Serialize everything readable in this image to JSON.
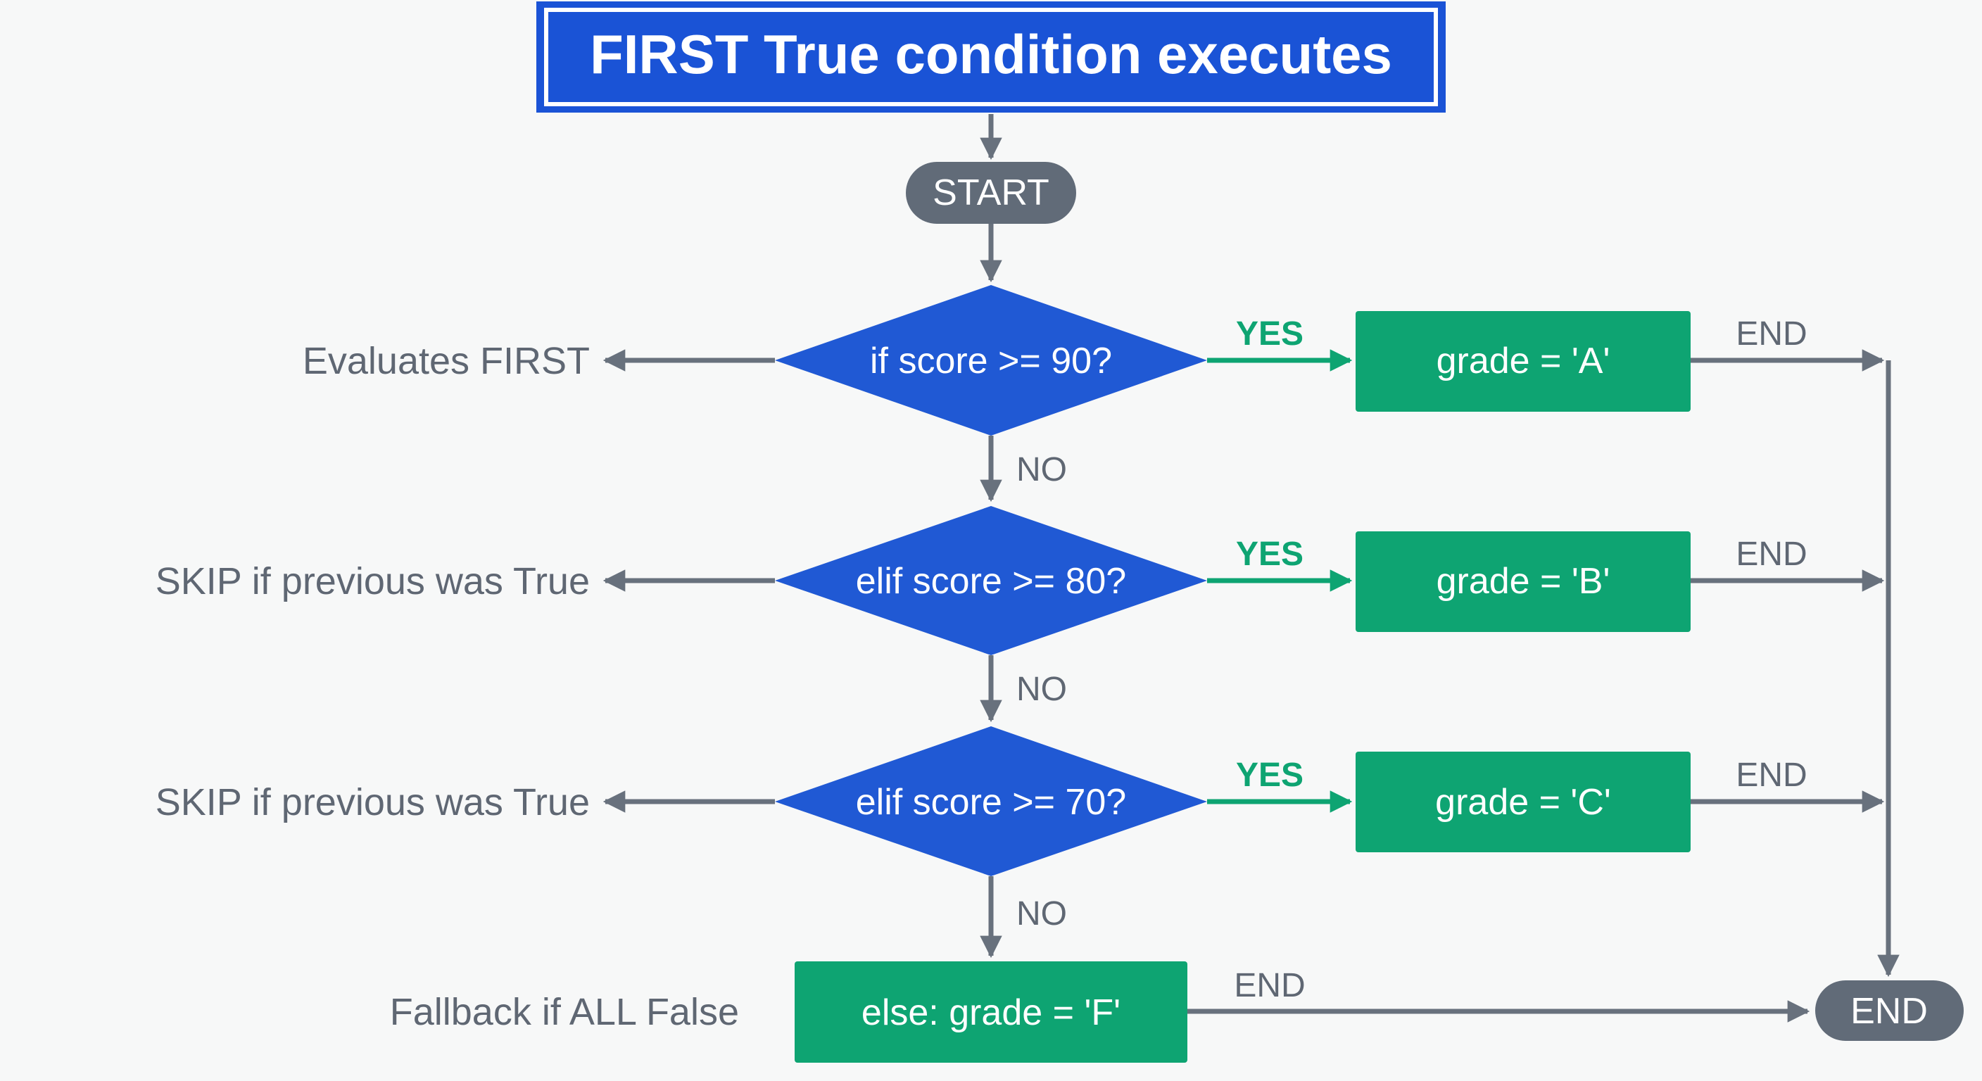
{
  "title": "FIRST True condition executes",
  "start_label": "START",
  "end_label": "END",
  "yes_label": "YES",
  "no_label": "NO",
  "decisions": [
    {
      "condition": "if score >= 90?",
      "note": "Evaluates FIRST",
      "result": "grade = 'A'"
    },
    {
      "condition": "elif score >= 80?",
      "note": "SKIP if previous was True",
      "result": "grade = 'B'"
    },
    {
      "condition": "elif score >= 70?",
      "note": "SKIP if previous was True",
      "result": "grade = 'C'"
    }
  ],
  "fallback": {
    "label": "else: grade = 'F'",
    "note": "Fallback if ALL False"
  },
  "colors": {
    "title_fill": "#1a53d6",
    "decision_fill": "#2059d4",
    "terminal_fill": "#616b78",
    "result_fill": "#0ea472",
    "yes_color": "#0ea472",
    "connector_color": "#68717d",
    "note_text": "#5f6773"
  }
}
